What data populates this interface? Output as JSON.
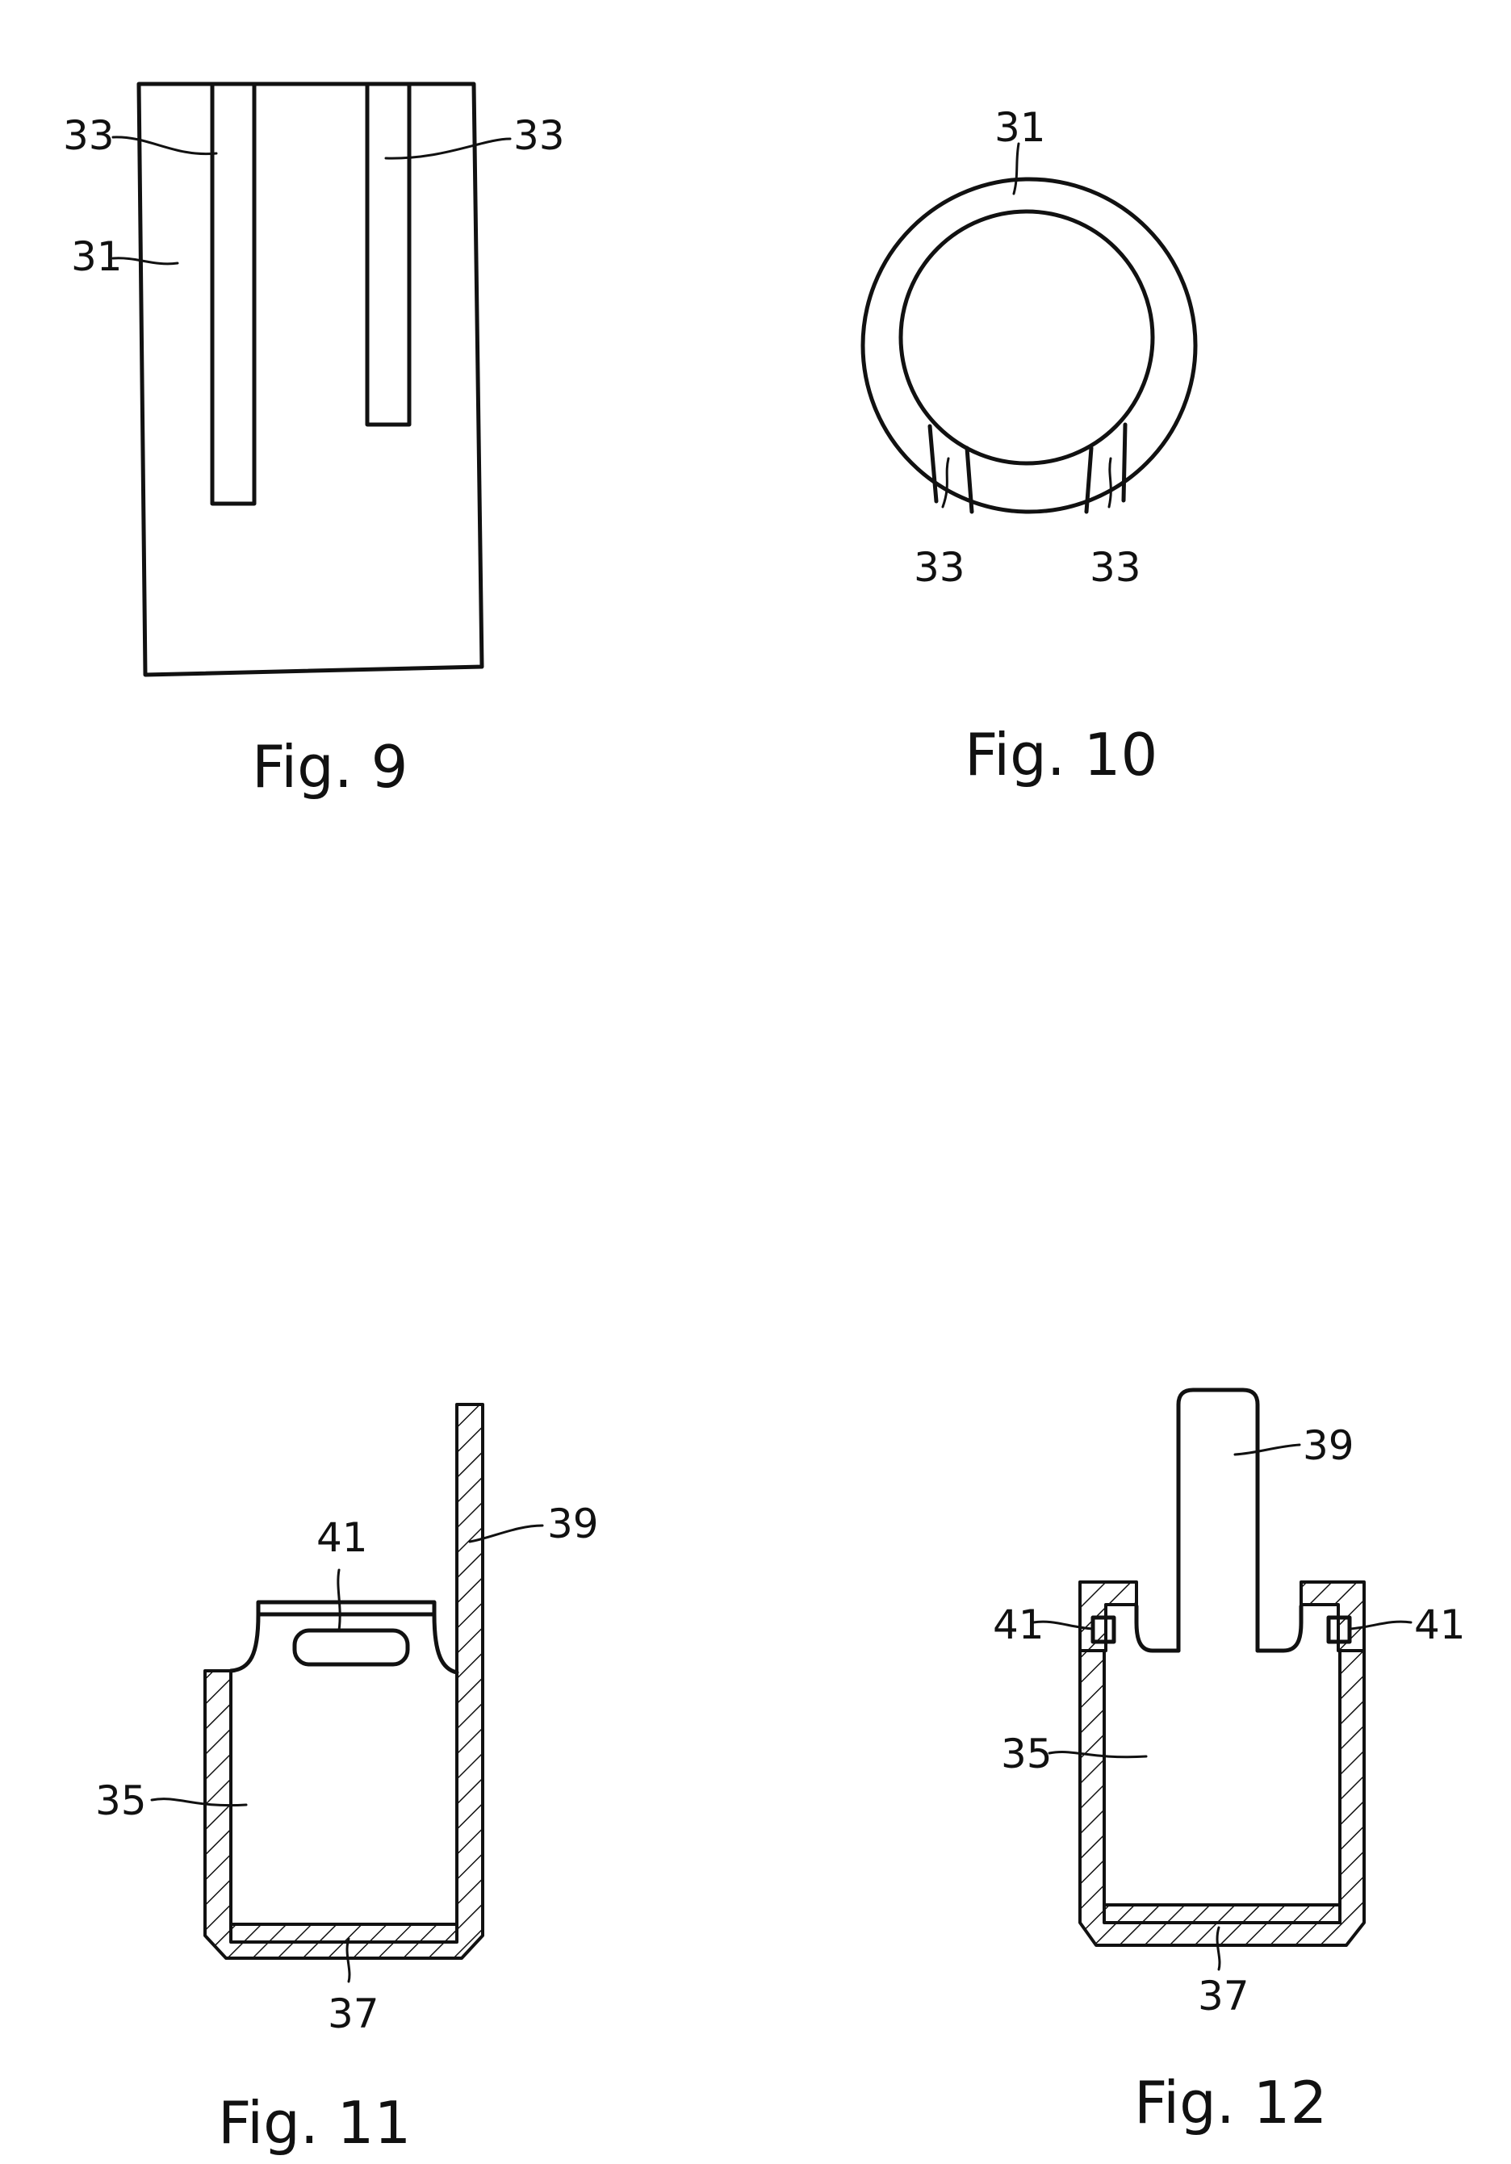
{
  "figures": {
    "fig9": {
      "caption": "Fig. 9",
      "labels": {
        "slot_left": "33",
        "slot_right": "33",
        "body": "31"
      }
    },
    "fig10": {
      "caption": "Fig. 10",
      "labels": {
        "ring": "31",
        "slot_left": "33",
        "slot_right": "33"
      }
    },
    "fig11": {
      "caption": "Fig. 11",
      "labels": {
        "window": "41",
        "tab": "39",
        "cup": "35",
        "base": "37"
      }
    },
    "fig12": {
      "caption": "Fig. 12",
      "labels": {
        "tab": "39",
        "latch_left": "41",
        "latch_right": "41",
        "cup": "35",
        "base": "37"
      }
    }
  }
}
